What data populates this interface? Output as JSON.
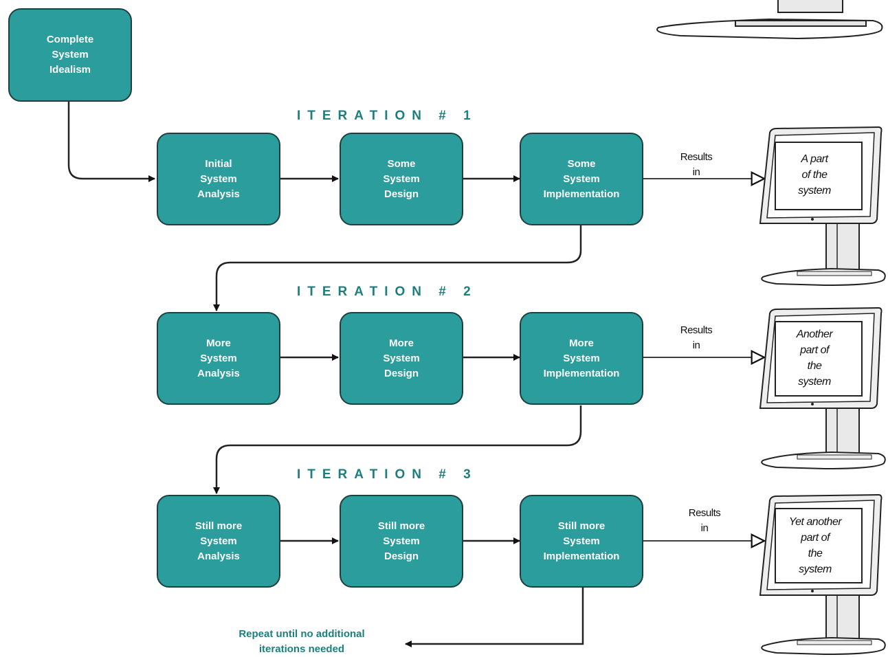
{
  "start_box": "Complete\nSystem\nIdealism",
  "iterations": [
    {
      "label": "ITERATION # 1",
      "analysis": "Initial\nSystem\nAnalysis",
      "design": "Some\nSystem\nDesign",
      "implementation": "Some\nSystem\nImplementation",
      "results": "Results\nin",
      "screen": "A part\nof the\nsystem"
    },
    {
      "label": "ITERATION # 2",
      "analysis": "More\nSystem\nAnalysis",
      "design": "More\nSystem\nDesign",
      "implementation": "More\nSystem\nImplementation",
      "results": "Results\nin",
      "screen": "Another\npart of\nthe\nsystem"
    },
    {
      "label": "ITERATION # 3",
      "analysis": "Still more\nSystem\nAnalysis",
      "design": "Still more\nSystem\nDesign",
      "implementation": "Still more\nSystem\nImplementation",
      "results": "Results\nin",
      "screen": "Yet another\npart of\nthe\nsystem"
    }
  ],
  "repeat_note": "Repeat until no additional\niterations needed",
  "colors": {
    "box_fill": "#2a9d9c",
    "box_border": "#1f3f3f",
    "label_text": "#1c7f7e",
    "box_text": "#ffffff",
    "line": "#222222"
  }
}
